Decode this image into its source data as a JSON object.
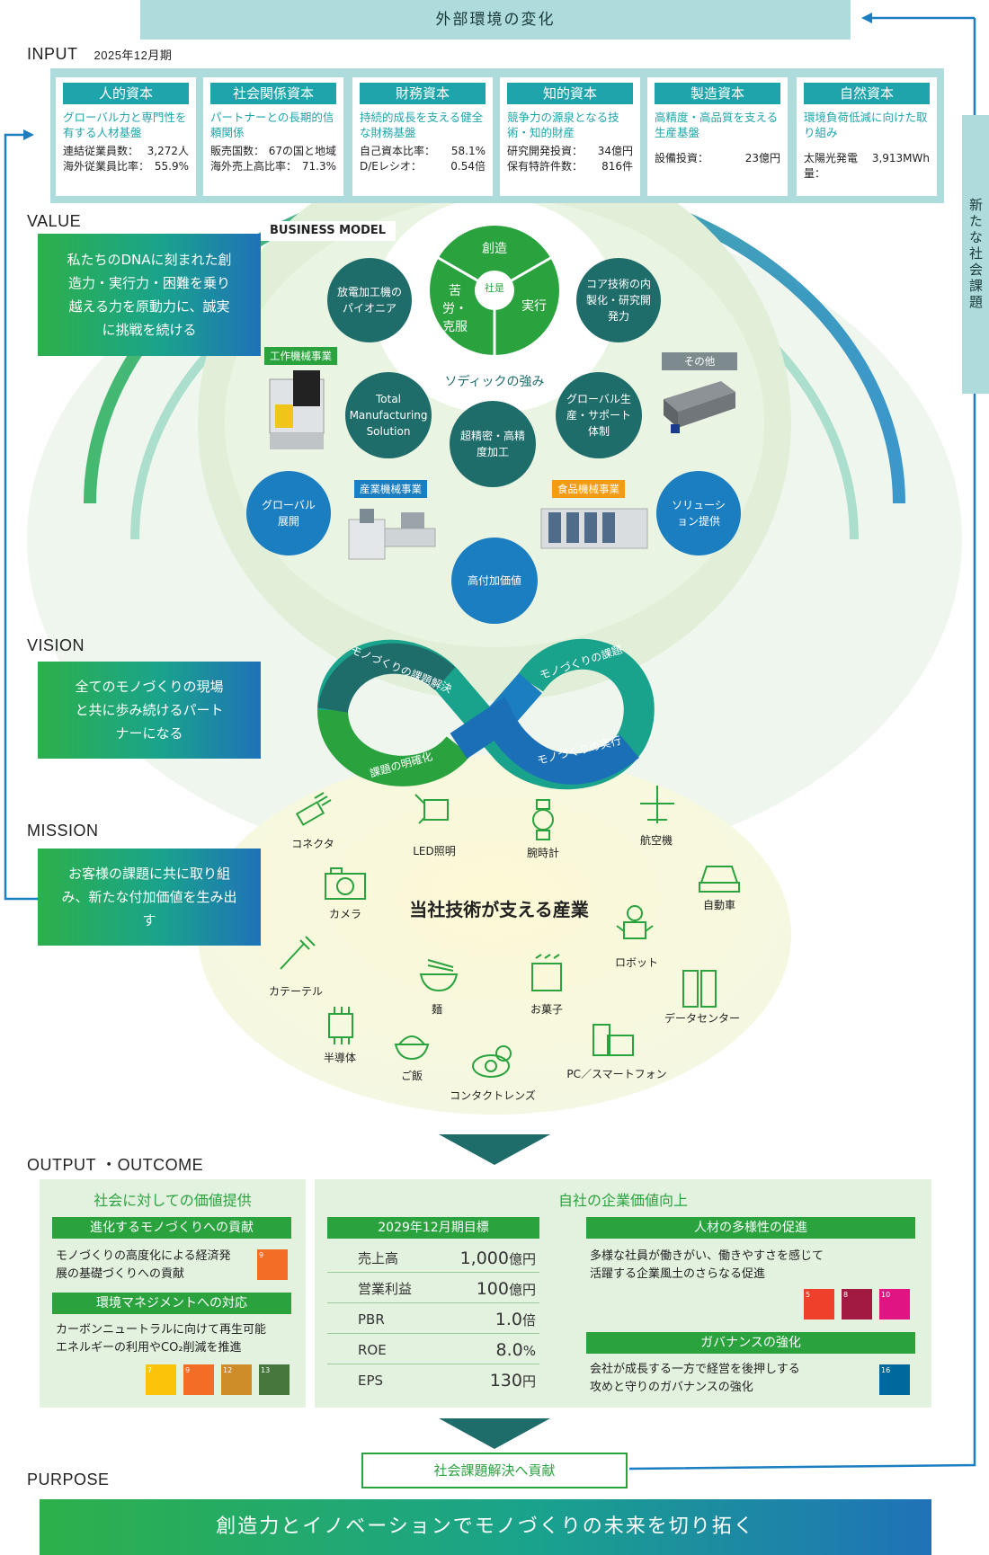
{
  "top_banner": "外部環境の変化",
  "side_banner": "新たな社会課題",
  "sections": {
    "input": "INPUT",
    "input_period": "2025年12月期",
    "value": "VALUE",
    "vision": "VISION",
    "mission": "MISSION",
    "output": "OUTPUT ・OUTCOME",
    "purpose": "PURPOSE"
  },
  "capitals": [
    {
      "title": "人的資本",
      "sub": "グローバル力と専門性を有する人材基盤",
      "rows": [
        [
          "連結従業員数：",
          "3,272人"
        ],
        [
          "海外従業員比率：",
          "55.9%"
        ]
      ]
    },
    {
      "title": "社会関係資本",
      "sub": "パートナーとの長期的信頼関係",
      "rows": [
        [
          "販売国数：",
          "67の国と地域"
        ],
        [
          "海外売上高比率：",
          "71.3%"
        ]
      ]
    },
    {
      "title": "財務資本",
      "sub": "持続的成長を支える健全な財務基盤",
      "rows": [
        [
          "自己資本比率：",
          "58.1%"
        ],
        [
          "D/Eレシオ：",
          "0.54倍"
        ]
      ]
    },
    {
      "title": "知的資本",
      "sub": "競争力の源泉となる技術・知的財産",
      "rows": [
        [
          "研究開発投資：",
          "34億円"
        ],
        [
          "保有特許件数：",
          "816件"
        ]
      ]
    },
    {
      "title": "製造資本",
      "sub": "高精度・高品質を支える生産基盤",
      "rows": [
        [
          "設備投資：",
          "23億円"
        ]
      ]
    },
    {
      "title": "自然資本",
      "sub": "環境負荷低減に向けた取り組み",
      "rows": [
        [
          "太陽光発電量：",
          "3,913MWh"
        ]
      ]
    }
  ],
  "value_text": "私たちのDNAに刻まれた創造力・実行力・困難を乗り越える力を原動力に、誠実に挑戦を続ける",
  "business_model": {
    "label": "BUSINESS MODEL",
    "core": {
      "center": "社是",
      "top": "創造",
      "left": "苦労・克服",
      "right": "実行"
    },
    "strength_label": "ソディックの強み",
    "circles": {
      "pioneer": "放電加工機のパイオニア",
      "core_tech": "コア技術の内製化・研究開発力",
      "total": "Total Manufacturing Solution",
      "precision": "超精密・高精度加工",
      "global_prod": "グローバル生産・サポート体制",
      "global_dev": "グローバル展開",
      "solution": "ソリューション提供",
      "high_value": "高付加価値"
    },
    "tags": {
      "machine_tool": "工作機械事業",
      "industrial": "産業機械事業",
      "food": "食品機械事業",
      "other": "その他"
    }
  },
  "vision_text": "全てのモノづくりの現場と共に歩み続けるパートナーになる",
  "loop": {
    "a": "モノづくりの課題解決",
    "b": "モノづくりの課題",
    "c": "モノづくりの実行",
    "d": "課題の明確化"
  },
  "mission_text": "お客様の課題に共に取り組み、新たな付加価値を生み出す",
  "industries": {
    "title": "当社技術が支える産業",
    "items": [
      "コネクタ",
      "LED照明",
      "腕時計",
      "航空機",
      "カメラ",
      "自動車",
      "ロボット",
      "カテーテル",
      "麺",
      "お菓子",
      "データセンター",
      "半導体",
      "ご飯",
      "コンタクトレンズ",
      "PC／スマートフォン"
    ]
  },
  "output": {
    "society": {
      "header": "社会に対しての価値提供",
      "b1": "進化するモノづくりへの貢献",
      "t1": "モノづくりの高度化による経済発展の基礎づくりへの貢献",
      "b2": "環境マネジメントへの対応",
      "t2a": "カーボンニュートラルに向けて再生可能",
      "t2b": "エネルギーの利用やCO₂削減を推進"
    },
    "corporate": {
      "header": "自社の企業価値向上",
      "target": "2029年12月期目標",
      "kpis": [
        [
          "売上高",
          "1,000",
          "億円"
        ],
        [
          "営業利益",
          "100",
          "億円"
        ],
        [
          "PBR",
          "1.0",
          "倍"
        ],
        [
          "ROE",
          "8.0",
          "%"
        ],
        [
          "EPS",
          "130",
          "円"
        ]
      ],
      "b3": "人材の多様性の促進",
      "t3a": "多様な社員が働きがい、働きやすさを感じて",
      "t3b": "活躍する企業風土のさらなる促進",
      "b4": "ガバナンスの強化",
      "t4a": "会社が成長する一方で経営を後押しする",
      "t4b": "攻めと守りのガバナンスの強化"
    }
  },
  "contribute": "社会課題解決へ貢献",
  "purpose_text": "創造力とイノベーションでモノづくりの未来を切り拓く",
  "colors": {
    "teal": "#1ea5ab",
    "green": "#2aa33f",
    "dark_teal": "#1f6d6a",
    "blue": "#1b7ec1",
    "banner": "#aedbdc"
  }
}
